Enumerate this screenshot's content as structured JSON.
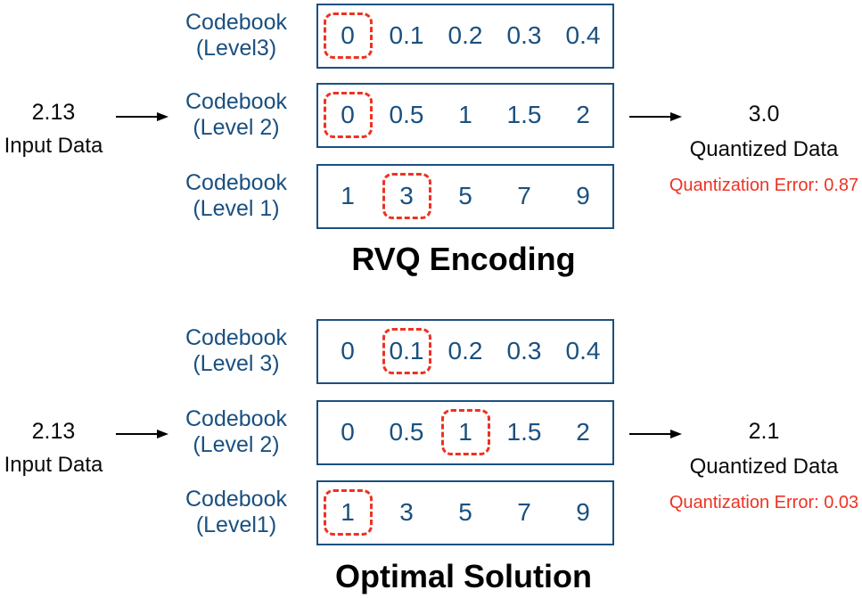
{
  "colors": {
    "codebook_blue": "#1a5080",
    "highlight_red": "#ee3222",
    "text_black": "#000000"
  },
  "sections": [
    {
      "title": "RVQ Encoding",
      "input": {
        "value": "2.13",
        "label": "Input Data"
      },
      "output": {
        "value": "3.0",
        "label": "Quantized Data",
        "error": "Quantization Error: 0.87"
      },
      "codebooks": [
        {
          "label_line1": "Codebook",
          "label_line2": "(Level3)",
          "values": [
            "0",
            "0.1",
            "0.2",
            "0.3",
            "0.4"
          ],
          "selected_index": 0,
          "selected_value": "0"
        },
        {
          "label_line1": "Codebook",
          "label_line2": "(Level 2)",
          "values": [
            "0",
            "0.5",
            "1",
            "1.5",
            "2"
          ],
          "selected_index": 0,
          "selected_value": "0"
        },
        {
          "label_line1": "Codebook",
          "label_line2": "(Level 1)",
          "values": [
            "1",
            "3",
            "5",
            "7",
            "9"
          ],
          "selected_index": 1,
          "selected_value": "3"
        }
      ]
    },
    {
      "title": "Optimal Solution",
      "input": {
        "value": "2.13",
        "label": "Input Data"
      },
      "output": {
        "value": "2.1",
        "label": "Quantized Data",
        "error": "Quantization Error: 0.03"
      },
      "codebooks": [
        {
          "label_line1": "Codebook",
          "label_line2": "(Level 3)",
          "values": [
            "0",
            "0.1",
            "0.2",
            "0.3",
            "0.4"
          ],
          "selected_index": 1,
          "selected_value": "0.1"
        },
        {
          "label_line1": "Codebook",
          "label_line2": "(Level 2)",
          "values": [
            "0",
            "0.5",
            "1",
            "1.5",
            "2"
          ],
          "selected_index": 2,
          "selected_value": "1"
        },
        {
          "label_line1": "Codebook",
          "label_line2": "(Level1)",
          "values": [
            "1",
            "3",
            "5",
            "7",
            "9"
          ],
          "selected_index": 0,
          "selected_value": "1"
        }
      ]
    }
  ]
}
